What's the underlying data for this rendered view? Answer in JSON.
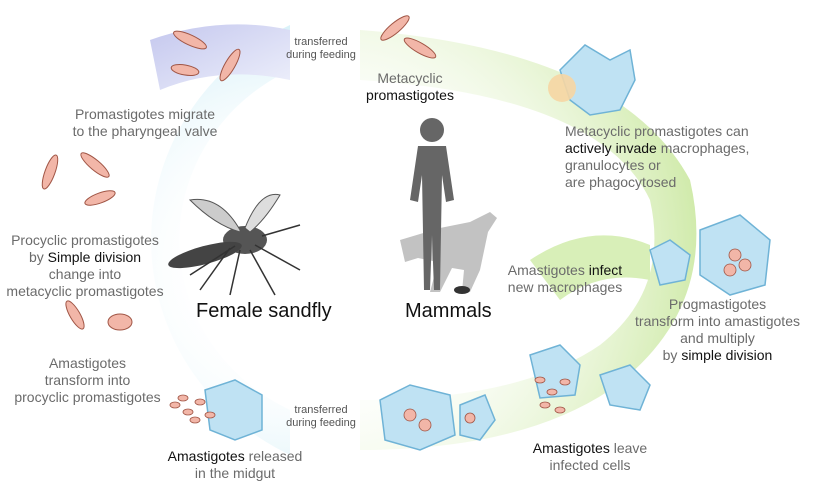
{
  "labels": {
    "transfer_top_1": "transferred",
    "transfer_top_2": "during feeding",
    "transfer_bottom_1": "transferred",
    "transfer_bottom_2": "during feeding",
    "metacyclic_1": "Metacyclic",
    "metacyclic_2": "promastigotes",
    "migrate_1": "Promastigotes migrate",
    "migrate_2": "to the pharyngeal valve",
    "invade_1": "Metacyclic promastigotes can",
    "invade_2a": "actively invade",
    "invade_2b": " macrophages,",
    "invade_3": "granulocytes or",
    "invade_4": "are phagocytosed",
    "procyclic_1": "Procyclic promastigotes",
    "procyclic_2a": "by ",
    "procyclic_2b": "Simple division",
    "procyclic_3": "change into",
    "procyclic_4": "metacyclic promastigotes",
    "infect_1a": "Amastigotes ",
    "infect_1b": "infect",
    "infect_2": "new macrophages",
    "sandfly": "Female sandfly",
    "mammals": "Mammals",
    "transform_1": "Amastigotes",
    "transform_2": "transform into",
    "transform_3": "procyclic promastigotes",
    "prog_1": "Progmastigotes",
    "prog_2": "transform into amastigotes",
    "prog_3": "and multiply",
    "prog_4a": "by ",
    "prog_4b": "simple division",
    "released_1a": "Amastigotes",
    "released_1b": " released",
    "released_2": "in the midgut",
    "leave_1a": "Amastigotes",
    "leave_1b": " leave",
    "leave_2": "infected cells"
  },
  "colors": {
    "sandfly_band_top": "#c9ccef",
    "sandfly_band_bottom": "#d6f1f8",
    "mammal_band": "#d2ecae",
    "parasite": "#f2b6a8",
    "macrophage": "#a8d8ef",
    "silhouette": "#6e6e6e",
    "dog": "#bdbdbd"
  }
}
